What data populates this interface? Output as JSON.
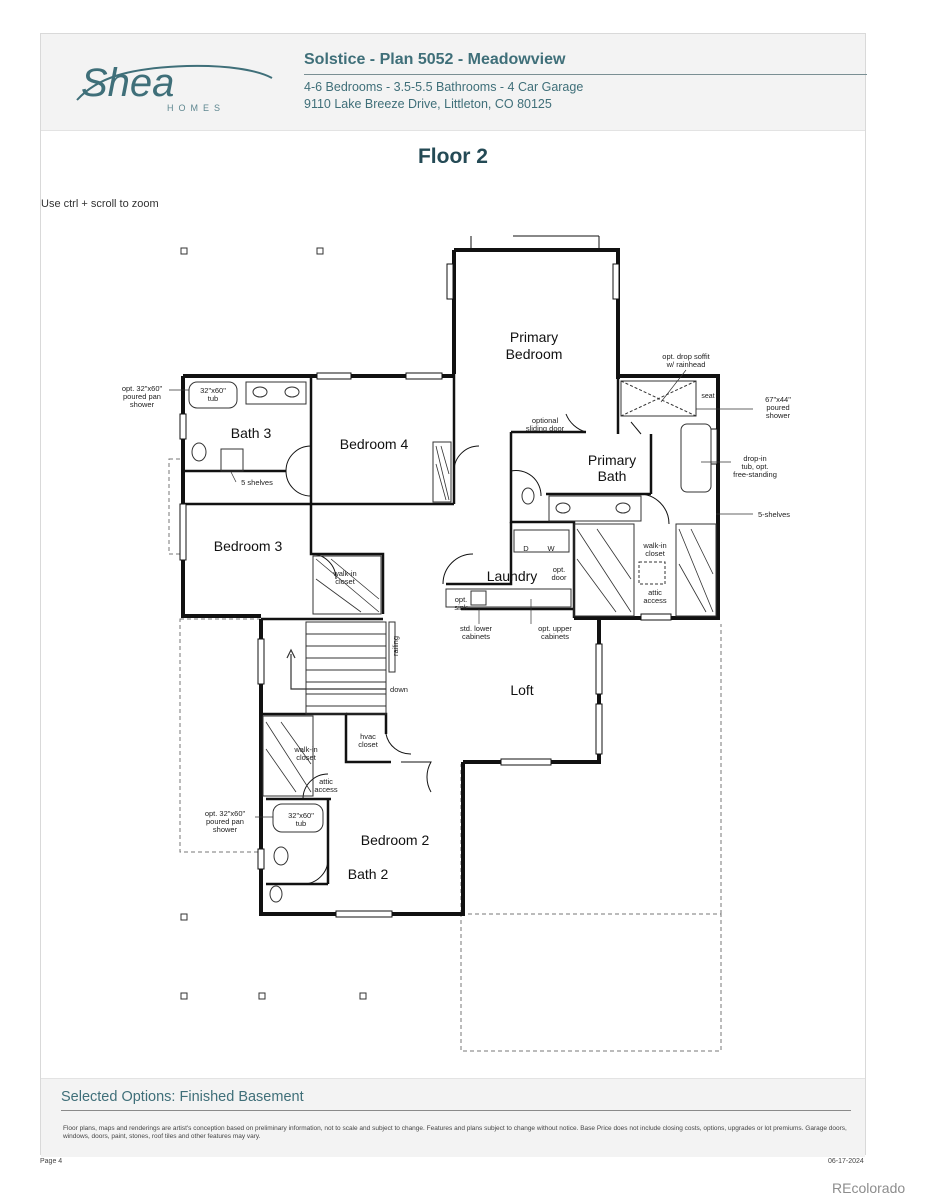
{
  "brand": {
    "logo_text": "Shea",
    "logo_subtext": "HOMES"
  },
  "header": {
    "title": "Solstice - Plan 5052 - Meadowview",
    "specs": "4-6 Bedrooms - 3.5-5.5 Bathrooms - 4 Car Garage",
    "address": "9110 Lake Breeze Drive, Littleton, CO 80125"
  },
  "floor_title": "Floor 2",
  "zoom_hint": "Use ctrl + scroll to zoom",
  "plan": {
    "rooms": {
      "primary_bedroom_l1": "Primary",
      "primary_bedroom_l2": "Bedroom",
      "primary_bath_l1": "Primary",
      "primary_bath_l2": "Bath",
      "bedroom4": "Bedroom 4",
      "bath3": "Bath 3",
      "bedroom3": "Bedroom 3",
      "laundry": "Laundry",
      "loft": "Loft",
      "bedroom2": "Bedroom 2",
      "bath2": "Bath 2"
    },
    "notes": {
      "opt_drop_soffit_l1": "opt. drop soffit",
      "opt_drop_soffit_l2": "w/ rainhead",
      "seat": "seat",
      "shower_size": "67\"x44\"",
      "poured_l1": "poured",
      "poured_l2": "shower",
      "dropin_l1": "drop-in",
      "dropin_l2": "tub, opt.",
      "dropin_l3": "free-standing",
      "five_shelves": "5-shelves",
      "walkin_l1": "walk-in",
      "walkin_l2": "closet",
      "attic_l1": "attic",
      "attic_l2": "access",
      "optional_sliding_l1": "optional",
      "optional_sliding_l2": "sliding door",
      "opt_tub_l1": "opt. 32\"x60\"",
      "opt_tub_l2": "poured pan",
      "opt_tub_l3": "shower",
      "tub_size_l1": "32\"x60\"",
      "tub_size_l2": "tub",
      "five_shelves_b3": "5 shelves",
      "dw_d": "D",
      "dw_w": "W",
      "opt_door_l1": "opt.",
      "opt_door_l2": "door",
      "opt_sink_l1": "opt.",
      "opt_sink_l2": "sink",
      "std_lower_l1": "std. lower",
      "std_lower_l2": "cabinets",
      "opt_upper_l1": "opt. upper",
      "opt_upper_l2": "cabinets",
      "railing": "railing",
      "down": "down",
      "hvac_l1": "hvac",
      "hvac_l2": "closet"
    }
  },
  "footer": {
    "selected_options": "Selected Options: Finished Basement",
    "disclaimer": "Floor plans, maps and renderings are artist's conception based on preliminary information, not to scale and subject to change. Features and plans subject to change without notice. Base Price does not include closing costs, options, upgrades or lot premiums. Garage doors, windows, doors, paint, stones, roof tiles and other features may vary.",
    "page": "Page 4",
    "date": "06-17-2024"
  },
  "watermark": "REcolorado",
  "colors": {
    "brand_teal": "#3f6f79",
    "title_navy": "#244a55",
    "wall": "#111111"
  }
}
